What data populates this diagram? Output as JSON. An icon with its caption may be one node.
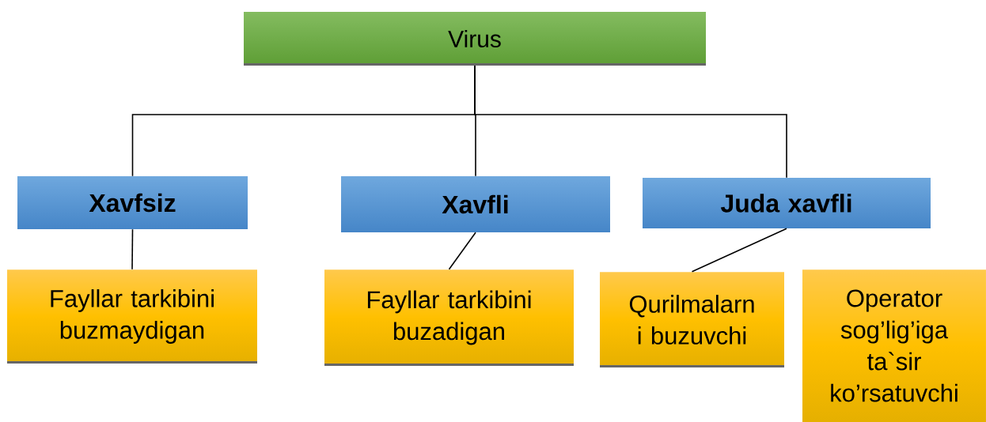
{
  "diagram": {
    "nodes": [
      {
        "text": [
          "Virus"
        ]
      },
      {
        "text": [
          "Xavfsiz"
        ]
      },
      {
        "text": [
          "Xavfli"
        ]
      },
      {
        "text": [
          "Juda xavfli"
        ]
      },
      {
        "text": [
          "Fayllar tarkibini buzmaydigan"
        ]
      },
      {
        "text": [
          "Fayllar tarkibini buzadigan"
        ]
      },
      {
        "text": [
          "Qurilmalarn i buzuvchi"
        ]
      },
      {
        "text": [
          "Operator sog’lig’iga ta`sir ko’rsatuvchi"
        ]
      }
    ],
    "edges": [
      {
        "from": 0,
        "to": 1,
        "arrow": "none"
      },
      {
        "from": 0,
        "to": 2,
        "arrow": "none"
      },
      {
        "from": 0,
        "to": 3,
        "arrow": "none"
      },
      {
        "from": 1,
        "to": 4,
        "arrow": "none"
      },
      {
        "from": 2,
        "to": 5,
        "arrow": "none"
      },
      {
        "from": 3,
        "to": 6,
        "arrow": "none"
      }
    ]
  }
}
